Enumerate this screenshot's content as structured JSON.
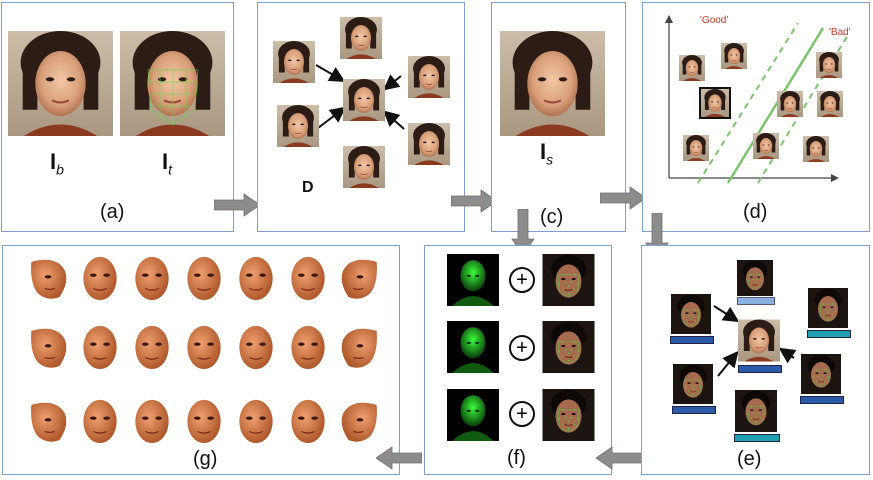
{
  "panels": {
    "a": {
      "label": "(a)",
      "img_b": "I",
      "sub_b": "b",
      "img_t": "I",
      "sub_t": "t"
    },
    "b": {
      "label": "D"
    },
    "c": {
      "label": "(c)",
      "img_s": "I",
      "sub_s": "s"
    },
    "d": {
      "label": "(d)",
      "good": "'Good'",
      "bad": "'Bad'"
    },
    "e": {
      "label": "(e)"
    },
    "f": {
      "label": "(f)"
    },
    "g": {
      "label": "(g)"
    }
  },
  "colors": {
    "panel_border": "#7f9fcf",
    "flow_arrow": "#8c8c8c",
    "green_line": "#7ac46b",
    "good_bad_text": "#c0392b"
  },
  "icons": {
    "flow": "block-arrow-icon",
    "plus": "circled-plus-icon"
  }
}
